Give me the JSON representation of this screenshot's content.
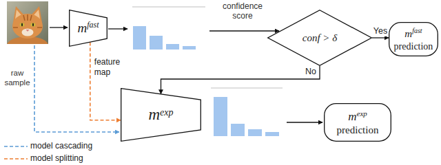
{
  "diagram": {
    "nodes": [
      {
        "text": [
          "m",
          "fast"
        ]
      },
      {
        "text": [
          "conf > δ"
        ]
      },
      {
        "text": [
          "m",
          "fast",
          "prediction"
        ]
      },
      {
        "text": [
          "m",
          "exp"
        ]
      },
      {
        "text": [
          "m",
          "exp",
          "prediction"
        ]
      }
    ],
    "edges": [
      {
        "from": 1,
        "to": 2,
        "label": "Yes",
        "arrow": "to"
      },
      {
        "from": 1,
        "to": 3,
        "label": "No",
        "arrow": "to"
      },
      {
        "from": 0,
        "to": 3,
        "label": "feature map",
        "arrow": "to"
      }
    ],
    "labels": [
      "confidence score",
      "raw sample"
    ],
    "legend": [
      {
        "text": "model cascading"
      },
      {
        "text": "model splitting"
      }
    ]
  }
}
